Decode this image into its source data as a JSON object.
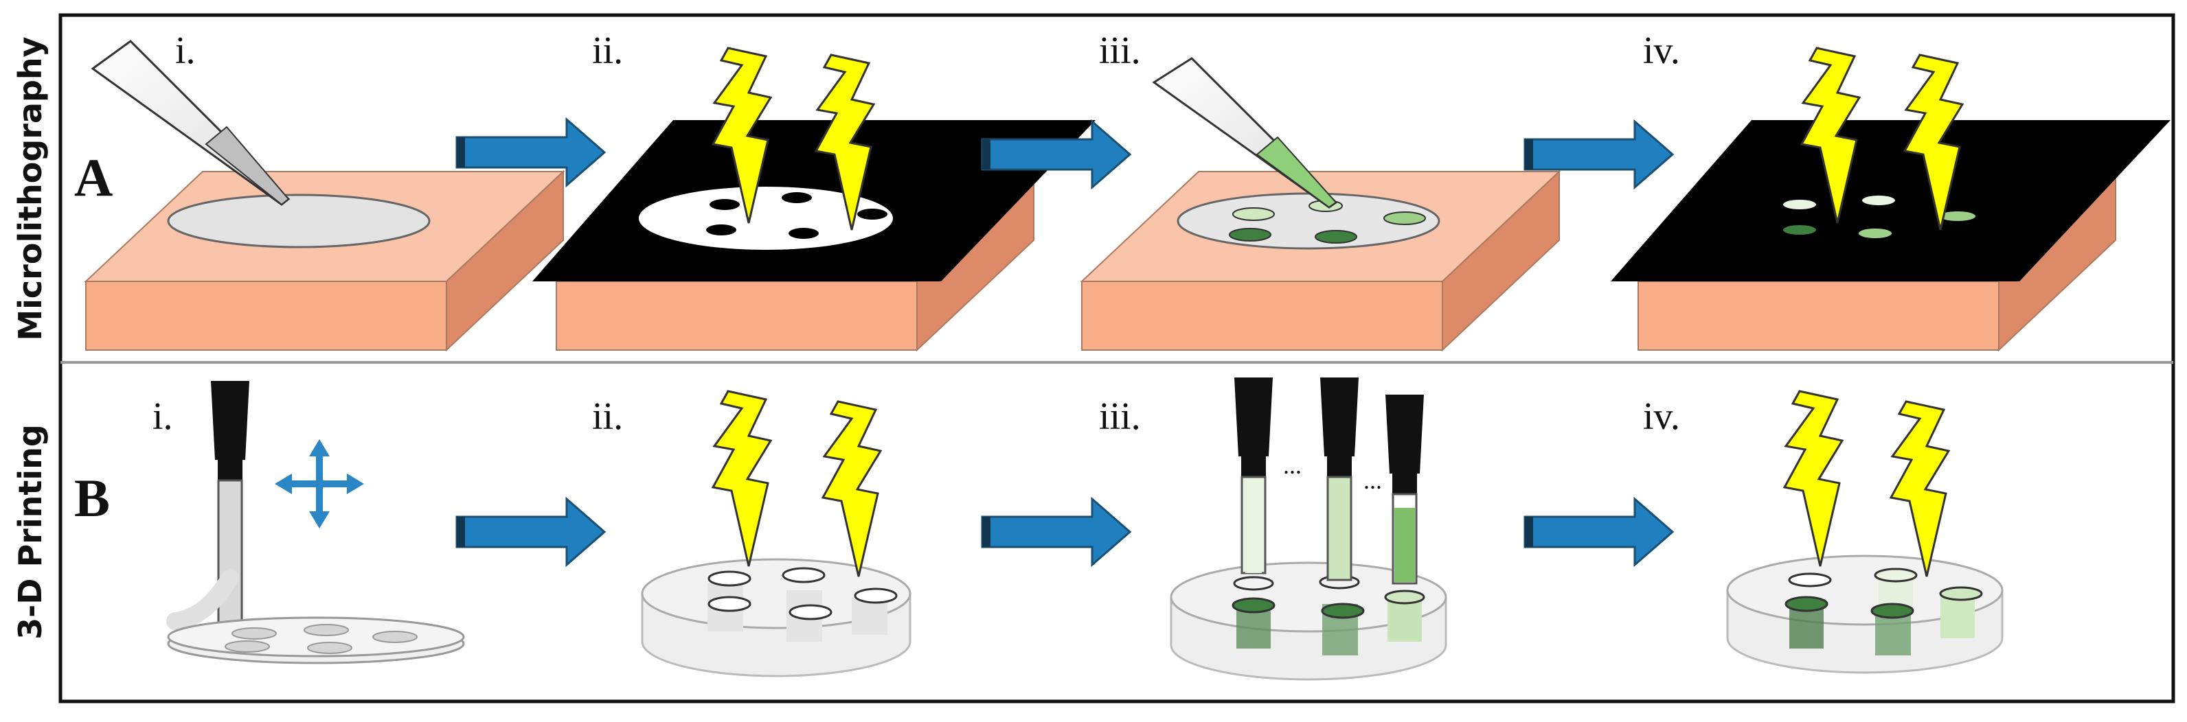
{
  "rows": [
    {
      "title": "Microlithography",
      "letter": "A",
      "steps": [
        "i.",
        "ii.",
        "iii.",
        "iv."
      ]
    },
    {
      "title": "3-D Printing",
      "letter": "B",
      "steps": [
        "i.",
        "ii.",
        "iii.",
        "iv."
      ],
      "ellipsis": [
        "...",
        "..."
      ]
    }
  ],
  "colors": {
    "frame": "#111111",
    "base_front": "#f7ad88",
    "base_top": "#f9c4aa",
    "base_side": "#dc8a67",
    "mask": "#000000",
    "lightning": "#ffff00",
    "arrow": "#1f7fbf",
    "dish": "#e3e3e3",
    "green_light": "#cfe8c0",
    "green_mid": "#9fd08a",
    "green_dark": "#3f7f3f"
  },
  "icons": [
    "pipette-icon",
    "lightning-icon",
    "arrow-right-icon",
    "print-nozzle-icon",
    "move-arrows-icon",
    "petri-dish-icon",
    "photomask-icon"
  ]
}
